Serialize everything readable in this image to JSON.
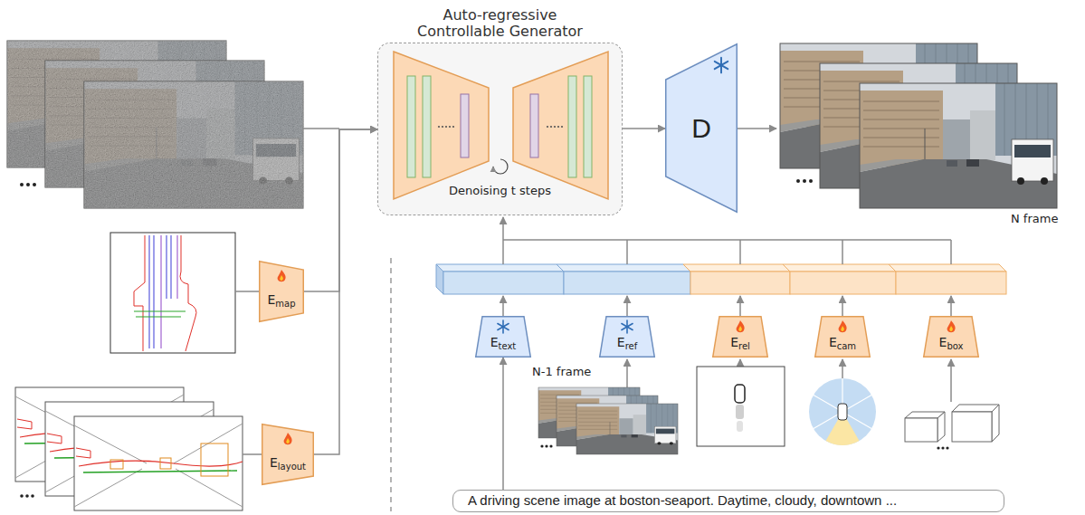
{
  "diagram": {
    "nodes": [
      {
        "text": [
          "Auto-regressive Controllable Generator",
          "Denoising t steps"
        ]
      },
      {
        "text": [
          "D"
        ]
      },
      {
        "text": [
          "E",
          "map"
        ]
      },
      {
        "text": [
          "E",
          "layout"
        ]
      },
      {
        "text": [
          "E",
          "text"
        ]
      },
      {
        "text": [
          "E",
          "ref"
        ]
      },
      {
        "text": [
          "E",
          "rel"
        ]
      },
      {
        "text": [
          "E",
          "cam"
        ]
      },
      {
        "text": [
          "E",
          "box"
        ]
      },
      {
        "text": [
          "A driving scene image at boston-seaport. Daytime, cloudy, downtown ..."
        ]
      }
    ],
    "edges": [
      {
        "from": 2,
        "to": 0,
        "arrow": "to"
      },
      {
        "from": 3,
        "to": 0,
        "arrow": "to"
      },
      {
        "from": 0,
        "to": 1,
        "arrow": "to"
      },
      {
        "from": 9,
        "to": 4,
        "arrow": "to"
      }
    ],
    "labels": [
      "N frame",
      "N-1 frame"
    ]
  }
}
